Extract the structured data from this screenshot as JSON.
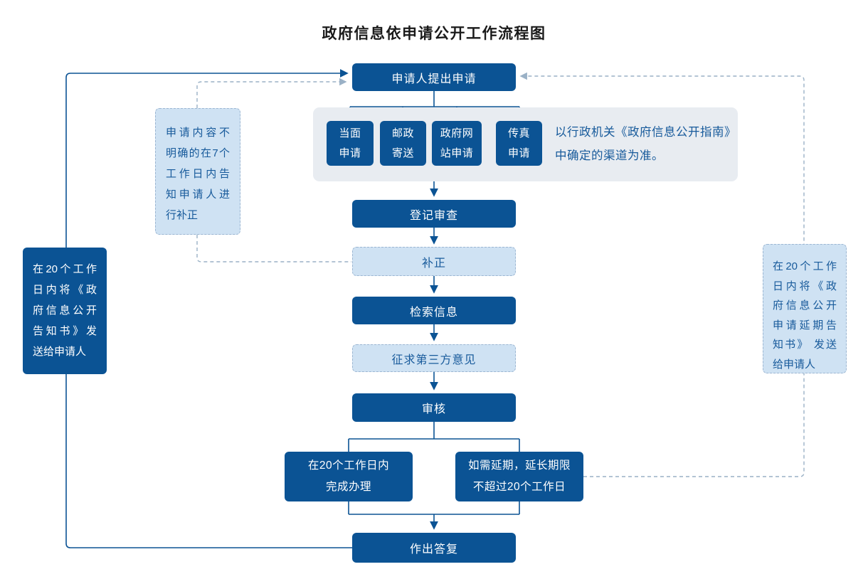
{
  "title": "政府信息依申请公开工作流程图",
  "colors": {
    "dark_blue": "#0b5394",
    "light_blue_fill": "#cfe2f3",
    "light_box_dashed_border": "#9cb6d2",
    "panel_gray": "#e8ecf1",
    "dashed_connector": "#9ab1c6",
    "note_text_blue": "#175a9b",
    "title_color": "#1a1a1a"
  },
  "flow": {
    "start": {
      "label": "申请人提出申请"
    },
    "channels": [
      {
        "line1": "当面",
        "line2": "申请"
      },
      {
        "line1": "邮政",
        "line2": "寄送"
      },
      {
        "line1": "政府网",
        "line2": "站申请"
      },
      {
        "line1": "传真",
        "line2": "申请"
      }
    ],
    "channels_caption": {
      "line1": "以行政机关《政府信息公开指南》",
      "line2": "中确定的渠道为准。"
    },
    "steps": {
      "register": "登记审查",
      "supplement": "补正",
      "search": "检索信息",
      "third_party": "征求第三方意见",
      "review": "审核",
      "reply": "作出答复"
    },
    "branches": {
      "complete": {
        "line1": "在20个工作日内",
        "line2": "完成办理"
      },
      "extend": {
        "line1": "如需延期，延长期限",
        "line2": "不超过20个工作日"
      }
    },
    "notes": {
      "left_light": {
        "text": "申请内容不明确的在7个工作日内告知申请人进行补正",
        "lines": [
          "申请内容不",
          "明确的在7个",
          "工作日内告",
          "知申请人进",
          "行补正"
        ]
      },
      "left_dark": {
        "text": "在20个工作日内将《政府信息公开告知书》发送给申请人",
        "lines": [
          "在20个工作",
          "日内将《政",
          "府信息公开",
          "告知书》发",
          "送给申请人"
        ]
      },
      "right_light": {
        "text": "在20个工作日内将《政府信息公开申请延期告知书》 发送给申请人",
        "lines": [
          "在20个工作",
          "日内将《政",
          "府信息公开",
          "申请延期告",
          "知书》 发送",
          "给申请人"
        ]
      }
    }
  }
}
